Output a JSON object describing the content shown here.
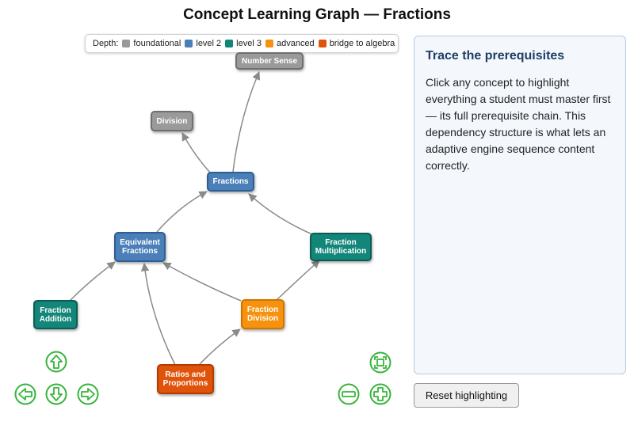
{
  "title": "Concept Learning Graph — Fractions",
  "legend": {
    "label": "Depth:",
    "items": [
      {
        "key": "foundational",
        "label": "foundational",
        "color": "#9a9a9a"
      },
      {
        "key": "level2",
        "label": "level 2",
        "color": "#4a7fb8"
      },
      {
        "key": "level3",
        "label": "level 3",
        "color": "#13867a"
      },
      {
        "key": "advanced",
        "label": "advanced",
        "color": "#f7920f"
      },
      {
        "key": "bridge",
        "label": "bridge to algebra",
        "color": "#e0530a"
      }
    ]
  },
  "nodes": {
    "number_sense": "Number Sense",
    "division": "Division",
    "fractions": "Fractions",
    "equivalent_fractions": "Equivalent\nFractions",
    "fraction_multiplication": "Fraction\nMultiplication",
    "fraction_addition": "Fraction\nAddition",
    "fraction_division": "Fraction\nDivision",
    "ratios_and_proportions": "Ratios and\nProportions"
  },
  "edges": [
    {
      "from": "fractions",
      "to": "number_sense"
    },
    {
      "from": "fractions",
      "to": "division"
    },
    {
      "from": "equivalent_fractions",
      "to": "fractions"
    },
    {
      "from": "fraction_multiplication",
      "to": "fractions"
    },
    {
      "from": "fraction_addition",
      "to": "equivalent_fractions"
    },
    {
      "from": "fraction_division",
      "to": "equivalent_fractions"
    },
    {
      "from": "fraction_division",
      "to": "fraction_multiplication"
    },
    {
      "from": "ratios_and_proportions",
      "to": "equivalent_fractions"
    },
    {
      "from": "ratios_and_proportions",
      "to": "fraction_division"
    }
  ],
  "controls": {
    "icons": [
      "arrow-up-icon",
      "arrow-left-icon",
      "arrow-down-icon",
      "arrow-right-icon",
      "fit-icon",
      "zoom-out-icon",
      "zoom-in-icon"
    ],
    "color": "#36b43a"
  },
  "info": {
    "heading": "Trace the prerequisites",
    "body": "Click any concept to highlight everything a student must master first — its full prerequisite chain. This dependency structure is what lets an adaptive engine sequence content correctly."
  },
  "reset_label": "Reset highlighting"
}
